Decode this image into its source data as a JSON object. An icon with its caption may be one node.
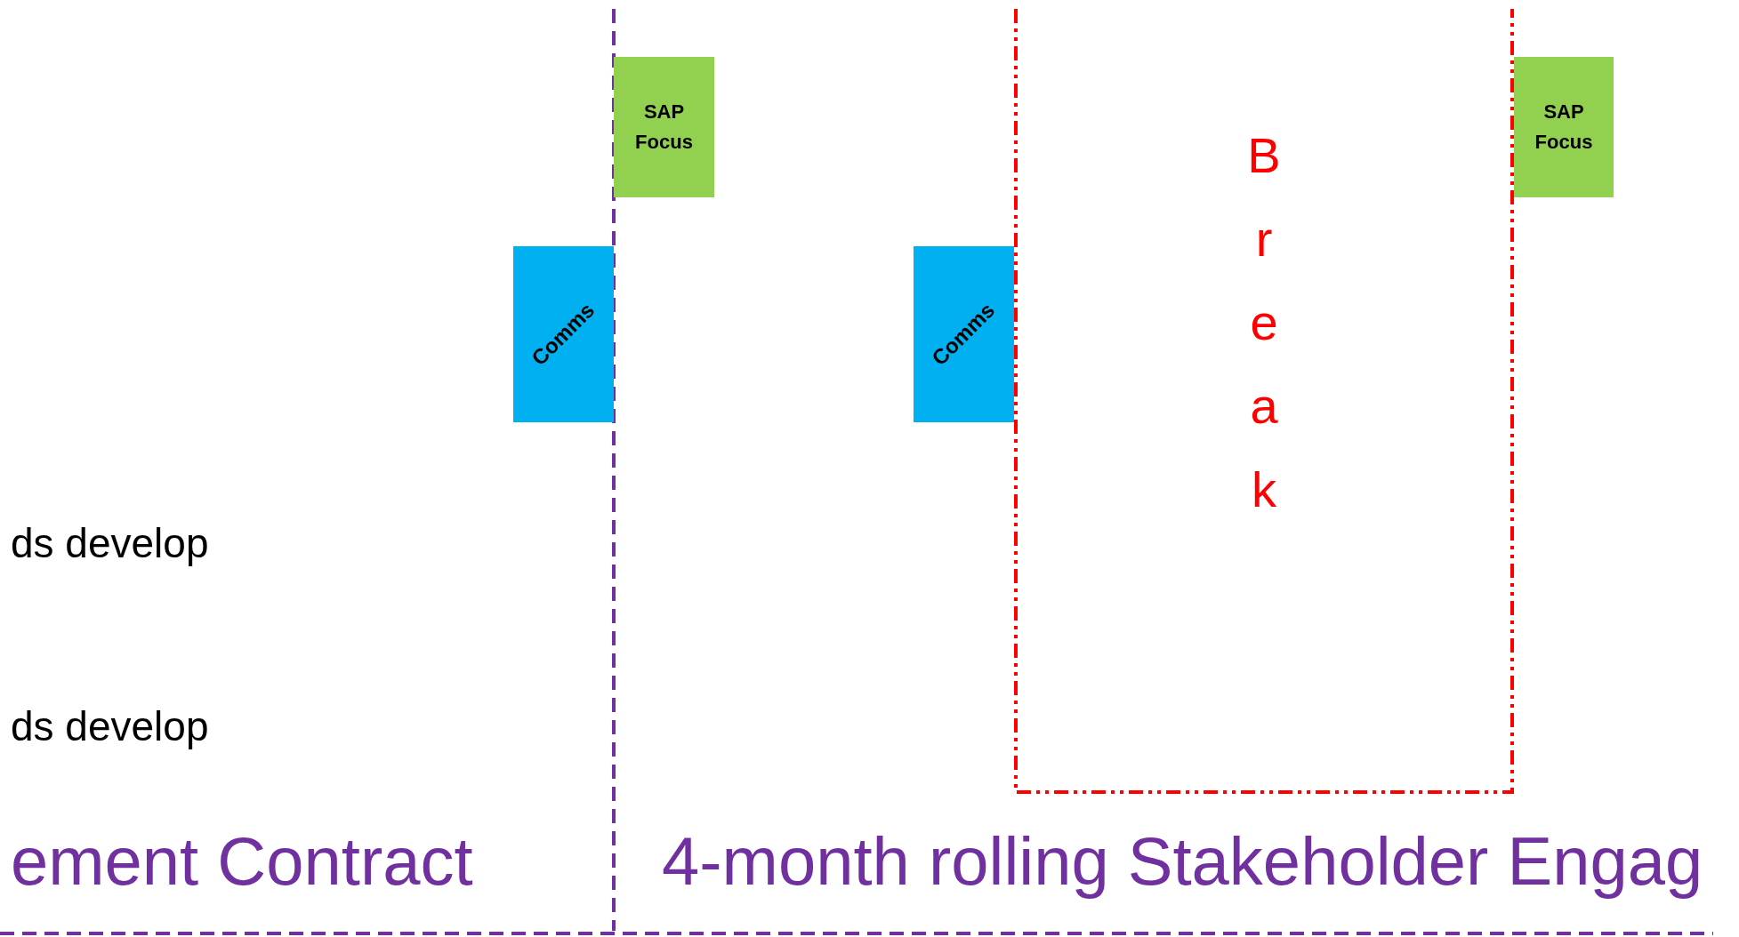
{
  "diagram": {
    "nodes": [
      {
        "text": [
          "SAP Focus"
        ]
      },
      {
        "text": [
          "Comms"
        ]
      },
      {
        "text": [
          "Comms"
        ]
      },
      {
        "text": [
          "Break"
        ]
      },
      {
        "text": [
          "SAP Focus"
        ]
      }
    ],
    "labels": [
      "ds develop",
      "ds develop",
      "ement Contract",
      "4-month rolling Stakeholder Engag"
    ]
  }
}
